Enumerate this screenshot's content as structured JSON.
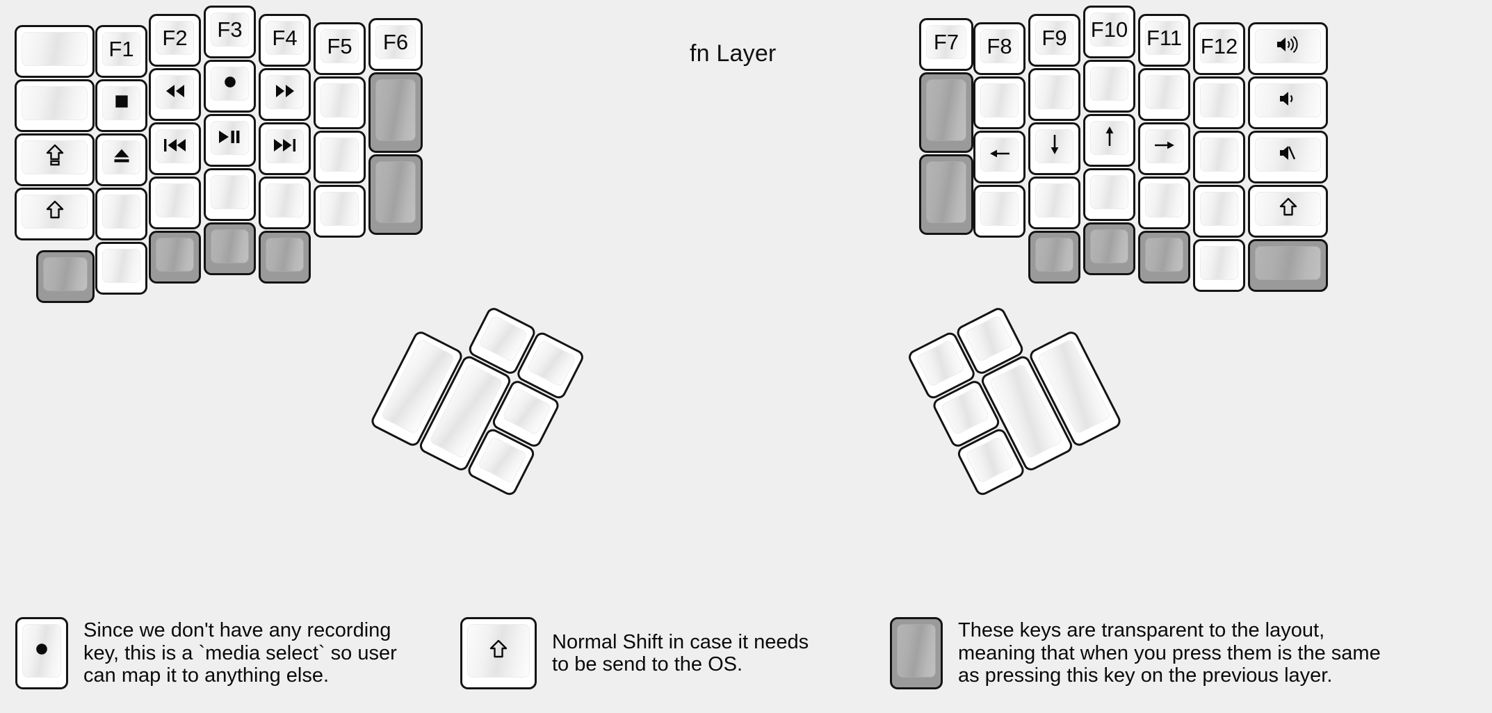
{
  "title": "fn Layer",
  "colors": {
    "background": "#efefef",
    "panel": "#efeff0",
    "key_outline": "#141414",
    "key_face": "#ffffff",
    "transparent_key": "#9a9a9a",
    "text": "#0a0a0a"
  },
  "left_half": {
    "name": "left-keyboard-half",
    "columns": [
      {
        "name": "col-outer-left",
        "keys": [
          {
            "label": "",
            "icon": "",
            "transparent": false
          },
          {
            "label": "",
            "icon": "",
            "transparent": false
          },
          {
            "label": "",
            "icon": "caps-lock-icon",
            "transparent": false
          },
          {
            "label": "",
            "icon": "shift-icon",
            "transparent": false
          },
          {
            "label": "",
            "icon": "",
            "transparent": true
          }
        ]
      },
      {
        "name": "col-pinky",
        "keys": [
          {
            "label": "F1",
            "icon": "",
            "transparent": false
          },
          {
            "label": "",
            "icon": "media-stop-icon",
            "transparent": false
          },
          {
            "label": "",
            "icon": "media-eject-icon",
            "transparent": false
          },
          {
            "label": "",
            "icon": "",
            "transparent": false
          },
          {
            "label": "",
            "icon": "",
            "transparent": false
          }
        ]
      },
      {
        "name": "col-ring",
        "keys": [
          {
            "label": "F2",
            "icon": "",
            "transparent": false
          },
          {
            "label": "",
            "icon": "media-rewind-icon",
            "transparent": false
          },
          {
            "label": "",
            "icon": "media-previous-icon",
            "transparent": false
          },
          {
            "label": "",
            "icon": "",
            "transparent": false
          },
          {
            "label": "",
            "icon": "",
            "transparent": true
          }
        ]
      },
      {
        "name": "col-middle",
        "keys": [
          {
            "label": "F3",
            "icon": "",
            "transparent": false
          },
          {
            "label": "",
            "icon": "media-record-icon",
            "transparent": false
          },
          {
            "label": "",
            "icon": "media-play-pause-icon",
            "transparent": false
          },
          {
            "label": "",
            "icon": "",
            "transparent": false
          },
          {
            "label": "",
            "icon": "",
            "transparent": true
          }
        ]
      },
      {
        "name": "col-index",
        "keys": [
          {
            "label": "F4",
            "icon": "",
            "transparent": false
          },
          {
            "label": "",
            "icon": "media-fast-forward-icon",
            "transparent": false
          },
          {
            "label": "",
            "icon": "media-next-icon",
            "transparent": false
          },
          {
            "label": "",
            "icon": "",
            "transparent": false
          },
          {
            "label": "",
            "icon": "",
            "transparent": true
          }
        ]
      },
      {
        "name": "col-inner-1",
        "keys": [
          {
            "label": "F5",
            "icon": "",
            "transparent": false
          },
          {
            "label": "",
            "icon": "",
            "transparent": false
          },
          {
            "label": "",
            "icon": "",
            "transparent": false
          },
          {
            "label": "",
            "icon": "",
            "transparent": false
          }
        ]
      },
      {
        "name": "col-inner-2",
        "keys": [
          {
            "label": "F6",
            "icon": "",
            "transparent": false
          },
          {
            "label": "",
            "icon": "",
            "transparent": true
          },
          {
            "label": "",
            "icon": "",
            "transparent": true
          }
        ]
      }
    ]
  },
  "right_half": {
    "name": "right-keyboard-half",
    "columns": [
      {
        "name": "col-inner-2",
        "keys": [
          {
            "label": "F7",
            "icon": "",
            "transparent": false
          },
          {
            "label": "",
            "icon": "",
            "transparent": true
          },
          {
            "label": "",
            "icon": "",
            "transparent": true
          }
        ]
      },
      {
        "name": "col-inner-1",
        "keys": [
          {
            "label": "F8",
            "icon": "",
            "transparent": false
          },
          {
            "label": "",
            "icon": "",
            "transparent": false
          },
          {
            "label": "",
            "icon": "arrow-left-icon",
            "transparent": false
          },
          {
            "label": "",
            "icon": "",
            "transparent": false
          }
        ]
      },
      {
        "name": "col-index",
        "keys": [
          {
            "label": "F9",
            "icon": "",
            "transparent": false
          },
          {
            "label": "",
            "icon": "",
            "transparent": false
          },
          {
            "label": "",
            "icon": "arrow-down-icon",
            "transparent": false
          },
          {
            "label": "",
            "icon": "",
            "transparent": false
          },
          {
            "label": "",
            "icon": "",
            "transparent": true
          }
        ]
      },
      {
        "name": "col-middle",
        "keys": [
          {
            "label": "F10",
            "icon": "",
            "transparent": false
          },
          {
            "label": "",
            "icon": "",
            "transparent": false
          },
          {
            "label": "",
            "icon": "arrow-up-icon",
            "transparent": false
          },
          {
            "label": "",
            "icon": "",
            "transparent": false
          },
          {
            "label": "",
            "icon": "",
            "transparent": true
          }
        ]
      },
      {
        "name": "col-ring",
        "keys": [
          {
            "label": "F11",
            "icon": "",
            "transparent": false
          },
          {
            "label": "",
            "icon": "",
            "transparent": false
          },
          {
            "label": "",
            "icon": "arrow-right-icon",
            "transparent": false
          },
          {
            "label": "",
            "icon": "",
            "transparent": false
          },
          {
            "label": "",
            "icon": "",
            "transparent": true
          }
        ]
      },
      {
        "name": "col-pinky",
        "keys": [
          {
            "label": "F12",
            "icon": "",
            "transparent": false
          },
          {
            "label": "",
            "icon": "",
            "transparent": false
          },
          {
            "label": "",
            "icon": "",
            "transparent": false
          },
          {
            "label": "",
            "icon": "",
            "transparent": false
          },
          {
            "label": "",
            "icon": "",
            "transparent": false
          }
        ]
      },
      {
        "name": "col-outer-right",
        "keys": [
          {
            "label": "",
            "icon": "volume-up-icon",
            "transparent": false
          },
          {
            "label": "",
            "icon": "volume-down-icon",
            "transparent": false
          },
          {
            "label": "",
            "icon": "volume-mute-icon",
            "transparent": false
          },
          {
            "label": "",
            "icon": "shift-icon",
            "transparent": false
          },
          {
            "label": "",
            "icon": "",
            "transparent": true
          }
        ]
      }
    ]
  },
  "left_thumb_cluster": {
    "name": "left-thumb-cluster",
    "keys": [
      {
        "label": "",
        "icon": "",
        "transparent": false
      },
      {
        "label": "",
        "icon": "",
        "transparent": false
      },
      {
        "label": "",
        "icon": "",
        "transparent": false
      },
      {
        "label": "",
        "icon": "",
        "transparent": false
      },
      {
        "label": "",
        "icon": "",
        "transparent": false
      },
      {
        "label": "",
        "icon": "",
        "transparent": false
      }
    ]
  },
  "right_thumb_cluster": {
    "name": "right-thumb-cluster",
    "keys": [
      {
        "label": "",
        "icon": "",
        "transparent": false
      },
      {
        "label": "",
        "icon": "",
        "transparent": false
      },
      {
        "label": "",
        "icon": "",
        "transparent": false
      },
      {
        "label": "",
        "icon": "",
        "transparent": false
      },
      {
        "label": "",
        "icon": "",
        "transparent": false
      },
      {
        "label": "",
        "icon": "",
        "transparent": false
      }
    ]
  },
  "notes": [
    {
      "key_icon": "media-record-icon",
      "key_transparent": false,
      "text": "Since we don't have any recording\nkey, this is a `media select` so user\ncan map it to anything else."
    },
    {
      "key_icon": "shift-icon",
      "key_transparent": false,
      "text": "Normal Shift in case it needs\nto be send to the OS."
    },
    {
      "key_icon": "",
      "key_transparent": true,
      "text": "These keys are transparent to the layout,\nmeaning that when you press them is the same\nas pressing this key on the previous layer."
    }
  ]
}
